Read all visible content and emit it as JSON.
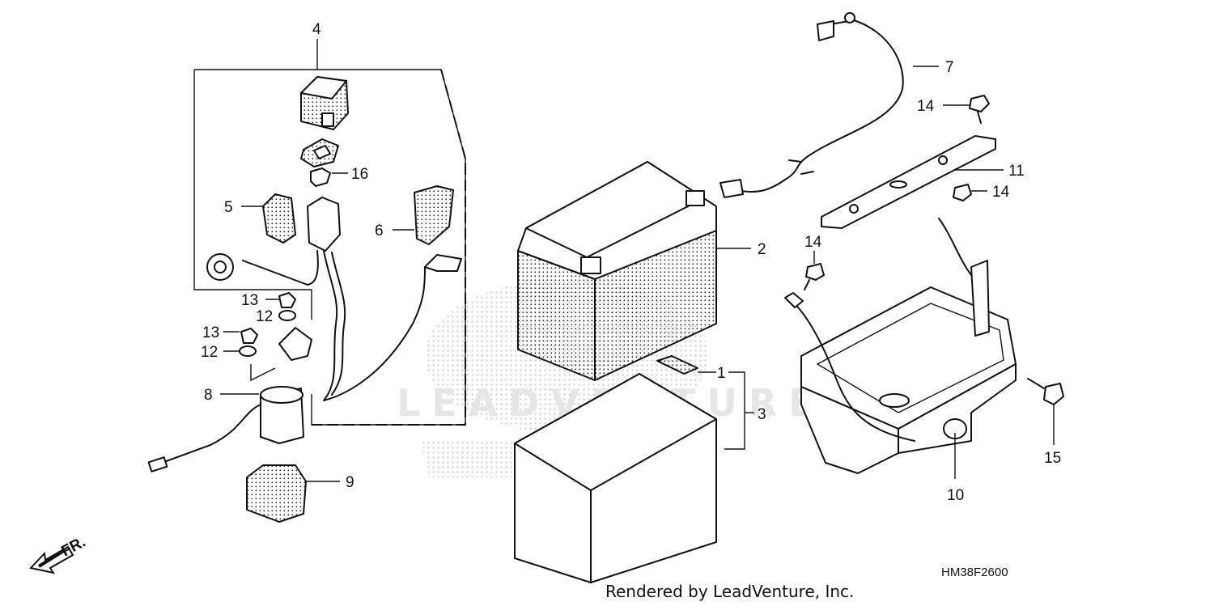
{
  "diagram": {
    "code": "HM38F2600",
    "credit": "Rendered by LeadVenture, Inc.",
    "direction_label": "FR.",
    "watermark": "LEADVENTURE",
    "callouts": [
      "1",
      "2",
      "3",
      "4",
      "5",
      "6",
      "7",
      "8",
      "9",
      "10",
      "11",
      "12",
      "12",
      "13",
      "13",
      "14",
      "14",
      "14",
      "15",
      "16"
    ]
  }
}
